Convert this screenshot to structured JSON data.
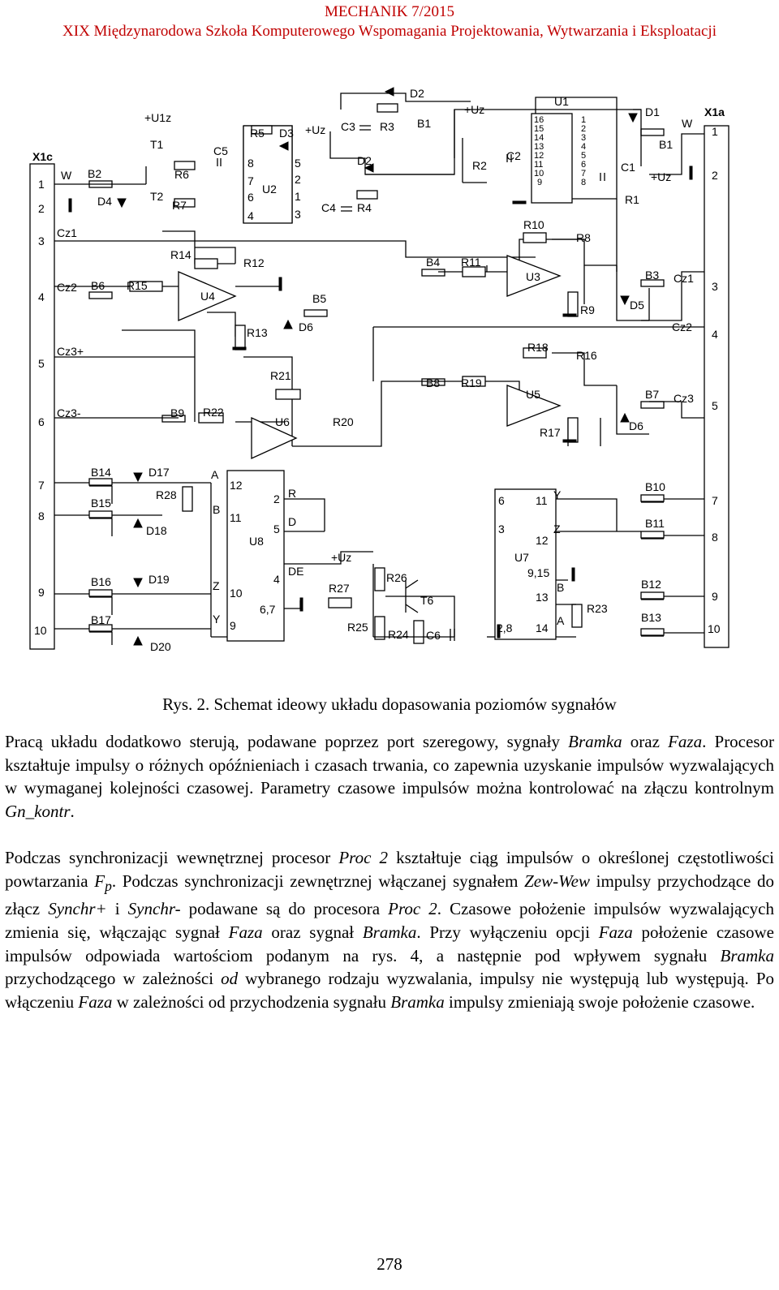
{
  "header": {
    "journal": "MECHANIK 7/2015",
    "conference": "XIX Międzynarodowa Szkoła Komputerowego Wspomagania Projektowania, Wytwarzania i Eksploatacji"
  },
  "figure": {
    "caption": "Rys. 2. Schemat ideowy układu dopasowania poziomów sygnałów",
    "connectors": {
      "left": {
        "name": "X1c",
        "pins": [
          "1",
          "2",
          "3",
          "4",
          "5",
          "6",
          "7",
          "8",
          "9",
          "10"
        ]
      },
      "right": {
        "name": "X1a",
        "pins": [
          "1",
          "2",
          "3",
          "4",
          "5",
          "7",
          "8",
          "9",
          "10"
        ]
      }
    },
    "components": [
      "T1",
      "T2",
      "R6",
      "R7",
      "C5",
      "R5",
      "D3",
      "+Uz",
      "U2",
      "C3",
      "R3",
      "D2",
      "D2",
      "R4",
      "C4",
      "B1",
      "+Uz",
      "R2",
      "C2",
      "U1",
      "D1",
      "B1",
      "W",
      "C1",
      "+Uz",
      "R1",
      "W",
      "B2",
      "D4",
      "+U1z",
      "Cz1",
      "R14",
      "R12",
      "U4",
      "R13",
      "D6",
      "B5",
      "R15",
      "B6",
      "Cz2",
      "Cz3+",
      "Cz3-",
      "B9",
      "R22",
      "R21",
      "U6",
      "R20",
      "B4",
      "R11",
      "R10",
      "U3",
      "R8",
      "R9",
      "D5",
      "B3",
      "Cz1",
      "Cz2",
      "B8",
      "R19",
      "R18",
      "U5",
      "R16",
      "R17",
      "D6",
      "B7",
      "Cz3",
      "B14",
      "B15",
      "B16",
      "B17",
      "D17",
      "D18",
      "D19",
      "D20",
      "R28",
      "U8",
      "R",
      "D",
      "DE",
      "+Uz",
      "R27",
      "R26",
      "T6",
      "R25",
      "R24",
      "C6",
      "U7",
      "R23",
      "Y",
      "Z",
      "B",
      "A",
      "B10",
      "B11",
      "B12",
      "B13"
    ]
  },
  "body": {
    "paragraph1": [
      {
        "t": "Pracą układu dodatkowo sterują, podawane poprzez port szeregowy, sygnały "
      },
      {
        "t": "Bramka",
        "i": true
      },
      {
        "t": " oraz "
      },
      {
        "t": "Faza",
        "i": true
      },
      {
        "t": ". Procesor kształtuje impulsy o różnych opóźnieniach i czasach trwania, co zapewnia uzyskanie impulsów wyzwalających w wymaganej kolejności czasowej. Parametry czasowe impulsów można kontrolować na złączu kontrolnym "
      },
      {
        "t": "Gn_kontr",
        "i": true
      },
      {
        "t": "."
      }
    ],
    "paragraph2": [
      {
        "t": "Podczas synchronizacji wewnętrznej procesor "
      },
      {
        "t": "Proc 2",
        "i": true
      },
      {
        "t": " kształtuje ciąg impulsów o określonej częstotliwości powtarzania "
      },
      {
        "t": "F",
        "i": true
      },
      {
        "t": "p",
        "i": true,
        "sub": true
      },
      {
        "t": ". Podczas synchronizacji zewnętrznej włączanej sygnałem "
      },
      {
        "t": "Zew-Wew",
        "i": true
      },
      {
        "t": " impulsy przychodzące do złącz "
      },
      {
        "t": "Synchr+",
        "i": true
      },
      {
        "t": " i "
      },
      {
        "t": "Synchr-",
        "i": true
      },
      {
        "t": " podawane są do procesora "
      },
      {
        "t": "Proc 2",
        "i": true
      },
      {
        "t": ". Czasowe położenie impulsów wyzwalających zmienia się, włączając sygnał "
      },
      {
        "t": "Faza",
        "i": true
      },
      {
        "t": " oraz sygnał "
      },
      {
        "t": "Bramka",
        "i": true
      },
      {
        "t": ". Przy wyłączeniu opcji "
      },
      {
        "t": "Faza",
        "i": true
      },
      {
        "t": " położenie czasowe impulsów odpowiada wartościom podanym na rys. 4, a następnie pod wpływem sygnału "
      },
      {
        "t": "Bramka",
        "i": true
      },
      {
        "t": " przychodzącego w zależności "
      },
      {
        "t": "od",
        "i": true
      },
      {
        "t": " wybranego rodzaju wyzwalania, impulsy nie występują lub występują. Po włączeniu "
      },
      {
        "t": "Faza",
        "i": true
      },
      {
        "t": " w zależności od przychodzenia sygnału "
      },
      {
        "t": "Bramka",
        "i": true
      },
      {
        "t": " impulsy zmieniają swoje położenie czasowe."
      }
    ]
  },
  "page_number": "278"
}
